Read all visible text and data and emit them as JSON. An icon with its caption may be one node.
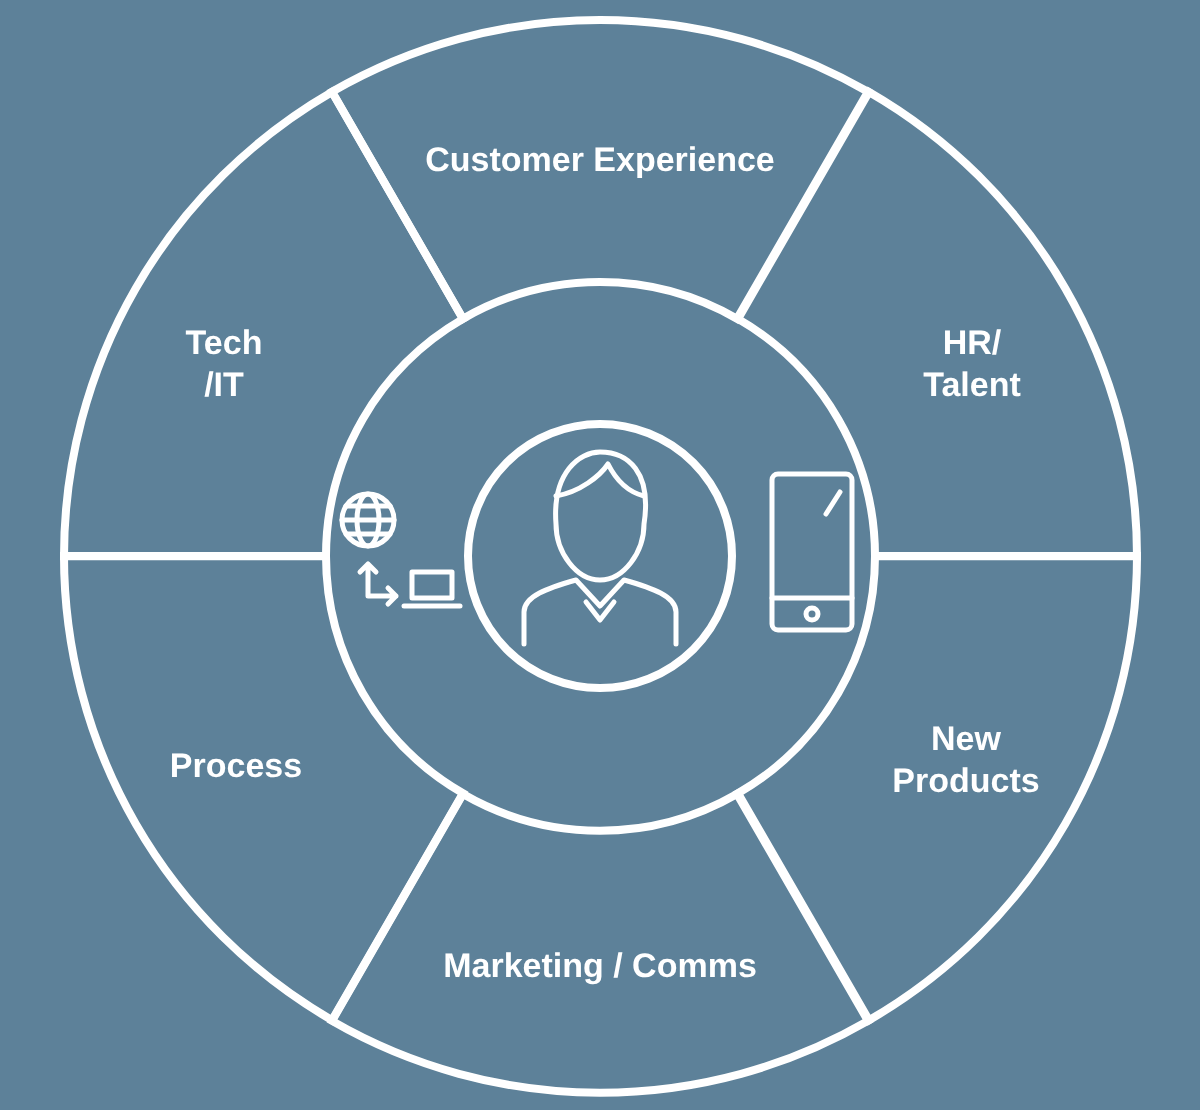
{
  "diagram": {
    "nodes": [
      {
        "text": [
          "Customer Experience"
        ]
      },
      {
        "text": [
          "Tech /IT"
        ]
      },
      {
        "text": [
          "HR/ Talent"
        ]
      },
      {
        "text": [
          "Process"
        ]
      },
      {
        "text": [
          "New Products"
        ]
      },
      {
        "text": [
          "Marketing / Comms"
        ]
      }
    ],
    "edges": []
  }
}
